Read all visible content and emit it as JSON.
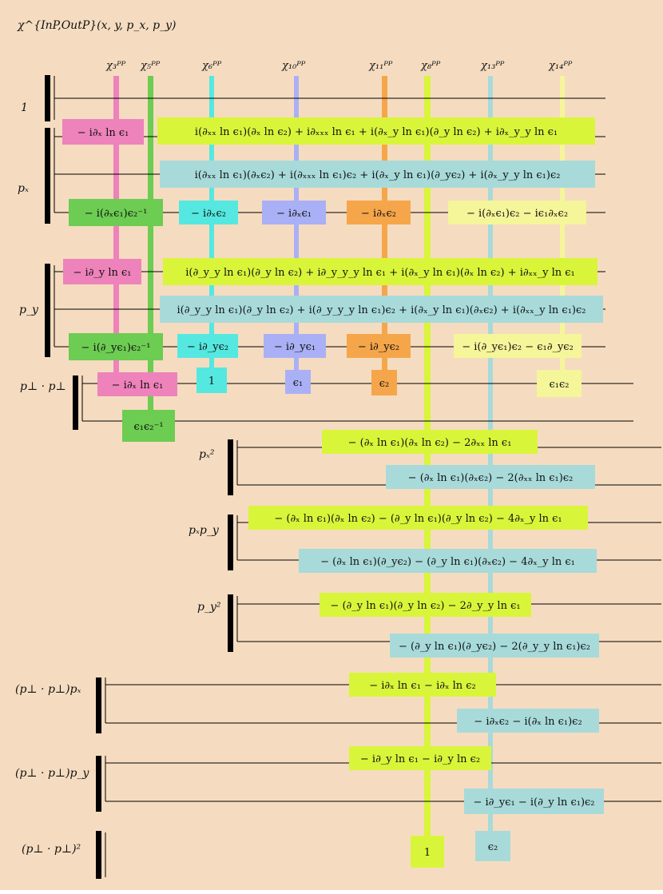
{
  "title": "χ^{InP,OutP}(x, y, p_x, p_y)",
  "colors": {
    "background": "#f5dcc0",
    "pink": "#ee82bb",
    "green": "#6dcc52",
    "cyan": "#55e8e0",
    "lavender": "#aab0f5",
    "orange": "#f5a64a",
    "lime": "#d9f53a",
    "teal": "#a8dada",
    "lightyellow": "#f5f59a",
    "bar": "#000000",
    "line": "#000000"
  },
  "columns": [
    {
      "id": "c3",
      "label": "χ₃ᴾᴾ",
      "color": "pink"
    },
    {
      "id": "c5",
      "label": "χ₅ᴾᴾ",
      "color": "green"
    },
    {
      "id": "c6",
      "label": "χ₆ᴾᴾ",
      "color": "cyan"
    },
    {
      "id": "c10",
      "label": "χ₁₀ᴾᴾ",
      "color": "lavender"
    },
    {
      "id": "c11",
      "label": "χ₁₁ᴾᴾ",
      "color": "orange"
    },
    {
      "id": "c8",
      "label": "χ₈ᴾᴾ",
      "color": "lime"
    },
    {
      "id": "c13",
      "label": "χ₁₃ᴾᴾ",
      "color": "teal"
    },
    {
      "id": "c14",
      "label": "χ₁₄ᴾᴾ",
      "color": "lightyellow"
    }
  ],
  "groups": [
    {
      "id": "g1",
      "label": "1"
    },
    {
      "id": "gpx",
      "label": "pₓ"
    },
    {
      "id": "gpy",
      "label": "p_y"
    },
    {
      "id": "gpp",
      "label": "p⊥ · p⊥"
    },
    {
      "id": "gpx2",
      "label": "pₓ²"
    },
    {
      "id": "gpxpy",
      "label": "pₓp_y"
    },
    {
      "id": "gpy2",
      "label": "p_y²"
    },
    {
      "id": "gppx",
      "label": "(p⊥ · p⊥)pₓ"
    },
    {
      "id": "gppy",
      "label": "(p⊥ · p⊥)p_y"
    },
    {
      "id": "gpp2",
      "label": "(p⊥ · p⊥)²"
    }
  ],
  "terms": [
    {
      "id": "t1",
      "text": "− i∂ₓ ln ϵ₁",
      "color": "pink"
    },
    {
      "id": "t2",
      "text": "i(∂ₓₓ ln ϵ₁)(∂ₓ ln ϵ₂) + i∂ₓₓₓ ln ϵ₁ + i(∂ₓ_y ln ϵ₁)(∂_y ln ϵ₂) + i∂ₓ_y_y ln ϵ₁",
      "color": "lime"
    },
    {
      "id": "t3",
      "text": "i(∂ₓₓ ln ϵ₁)(∂ₓϵ₂) + i(∂ₓₓₓ ln ϵ₁)ϵ₂ + i(∂ₓ_y ln ϵ₁)(∂_yϵ₂) + i(∂ₓ_y_y ln ϵ₁)ϵ₂",
      "color": "teal"
    },
    {
      "id": "t4",
      "text": "− i(∂ₓϵ₁)ϵ₂⁻¹",
      "color": "green"
    },
    {
      "id": "t5",
      "text": "− i∂ₓϵ₂",
      "color": "cyan"
    },
    {
      "id": "t6",
      "text": "− i∂ₓϵ₁",
      "color": "lavender"
    },
    {
      "id": "t7",
      "text": "− i∂ₓϵ₂",
      "color": "orange"
    },
    {
      "id": "t8",
      "text": "− i(∂ₓϵ₁)ϵ₂ − iϵ₁∂ₓϵ₂",
      "color": "lightyellow"
    },
    {
      "id": "t9",
      "text": "− i∂_y ln ϵ₁",
      "color": "pink"
    },
    {
      "id": "t10",
      "text": "i(∂_y_y ln ϵ₁)(∂_y ln ϵ₂) + i∂_y_y_y ln ϵ₁ + i(∂ₓ_y ln ϵ₁)(∂ₓ ln ϵ₂) + i∂ₓₓ_y ln ϵ₁",
      "color": "lime"
    },
    {
      "id": "t11",
      "text": "i(∂_y_y ln ϵ₁)(∂_y ln ϵ₂) + i(∂_y_y_y ln ϵ₁)ϵ₂ + i(∂ₓ_y ln ϵ₁)(∂ₓϵ₂) + i(∂ₓₓ_y ln ϵ₁)ϵ₂",
      "color": "teal"
    },
    {
      "id": "t12",
      "text": "− i(∂_yϵ₁)ϵ₂⁻¹",
      "color": "green"
    },
    {
      "id": "t13",
      "text": "− i∂_yϵ₂",
      "color": "cyan"
    },
    {
      "id": "t14",
      "text": "− i∂_yϵ₁",
      "color": "lavender"
    },
    {
      "id": "t15",
      "text": "− i∂_yϵ₂",
      "color": "orange"
    },
    {
      "id": "t16",
      "text": "− i(∂_yϵ₁)ϵ₂ − ϵ₁∂_yϵ₂",
      "color": "lightyellow"
    },
    {
      "id": "t17",
      "text": "− i∂ₓ ln ϵ₁",
      "color": "pink"
    },
    {
      "id": "t18",
      "text": "1",
      "color": "cyan"
    },
    {
      "id": "t19",
      "text": "ϵ₁",
      "color": "lavender"
    },
    {
      "id": "t20",
      "text": "ϵ₂",
      "color": "orange"
    },
    {
      "id": "t21",
      "text": "ϵ₁ϵ₂",
      "color": "lightyellow"
    },
    {
      "id": "t22",
      "text": "ϵ₁ϵ₂⁻¹",
      "color": "green"
    },
    {
      "id": "t23",
      "text": "− (∂ₓ ln ϵ₁)(∂ₓ ln ϵ₂) − 2∂ₓₓ ln ϵ₁",
      "color": "lime"
    },
    {
      "id": "t24",
      "text": "− (∂ₓ ln ϵ₁)(∂ₓϵ₂) − 2(∂ₓₓ ln ϵ₁)ϵ₂",
      "color": "teal"
    },
    {
      "id": "t25",
      "text": "− (∂ₓ ln ϵ₁)(∂ₓ ln ϵ₂) − (∂_y ln ϵ₁)(∂_y ln ϵ₂) − 4∂ₓ_y ln ϵ₁",
      "color": "lime"
    },
    {
      "id": "t26",
      "text": "− (∂ₓ ln ϵ₁)(∂_yϵ₂) − (∂_y ln ϵ₁)(∂ₓϵ₂) − 4∂ₓ_y ln ϵ₁",
      "color": "teal"
    },
    {
      "id": "t27",
      "text": "− (∂_y ln ϵ₁)(∂_y ln ϵ₂) − 2∂_y_y ln ϵ₁",
      "color": "lime"
    },
    {
      "id": "t28",
      "text": "− (∂_y ln ϵ₁)(∂_yϵ₂) − 2(∂_y_y ln ϵ₁)ϵ₂",
      "color": "teal"
    },
    {
      "id": "t29",
      "text": "− i∂ₓ ln ϵ₁ − i∂ₓ ln ϵ₂",
      "color": "lime"
    },
    {
      "id": "t30",
      "text": "− i∂ₓϵ₂ − i(∂ₓ ln ϵ₁)ϵ₂",
      "color": "teal"
    },
    {
      "id": "t31",
      "text": "− i∂_y ln ϵ₁ − i∂_y ln ϵ₂",
      "color": "lime"
    },
    {
      "id": "t32",
      "text": "− i∂_yϵ₁ − i(∂_y ln ϵ₁)ϵ₂",
      "color": "teal"
    },
    {
      "id": "t33",
      "text": "1",
      "color": "lime"
    },
    {
      "id": "t34",
      "text": "ϵ₂",
      "color": "teal"
    }
  ]
}
